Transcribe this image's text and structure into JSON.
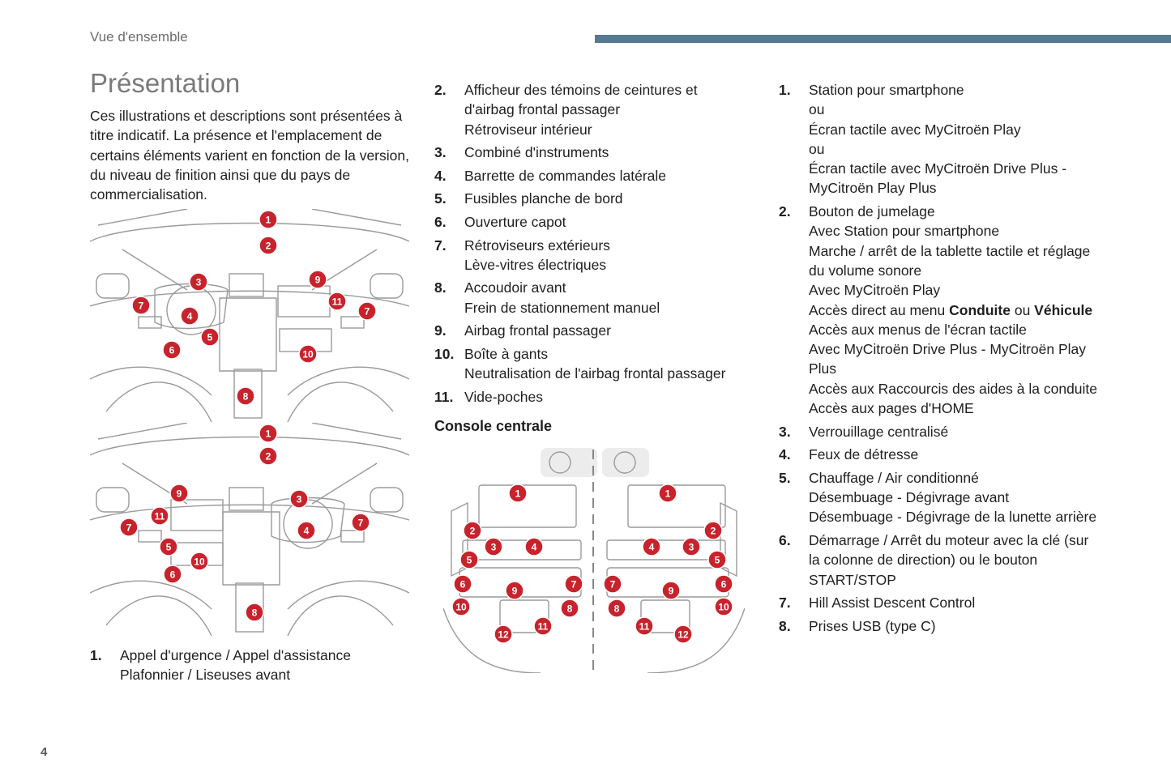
{
  "header": {
    "section": "Vue d'ensemble"
  },
  "page_number": "4",
  "title": "Présentation",
  "intro": "Ces illustrations et descriptions sont présentées à titre indicatif. La présence et l'emplacement de certains éléments varient en fonction de la version, du niveau de finition ainsi que du pays de commercialisation.",
  "figures": {
    "dashboard_lhd_callouts": [
      "1",
      "2",
      "3",
      "4",
      "5",
      "6",
      "7",
      "7",
      "8",
      "9",
      "10",
      "11"
    ],
    "dashboard_rhd_callouts": [
      "1",
      "2",
      "3",
      "4",
      "5",
      "6",
      "7",
      "7",
      "8",
      "9",
      "10",
      "11"
    ],
    "console_left_callouts": [
      "1",
      "2",
      "3",
      "4",
      "5",
      "6",
      "7",
      "8",
      "9",
      "10",
      "11",
      "12"
    ],
    "console_right_callouts": [
      "1",
      "2",
      "3",
      "4",
      "5",
      "6",
      "7",
      "8",
      "9",
      "10",
      "11",
      "12"
    ],
    "accent_color": "#c8232c"
  },
  "legend_dashboard_part1": [
    {
      "num": "1.",
      "lines": [
        "Appel d'urgence / Appel d'assistance",
        "Plafonnier / Liseuses avant"
      ]
    }
  ],
  "legend_dashboard_part2": [
    {
      "num": "2.",
      "lines": [
        "Afficheur des témoins de ceintures et d'airbag frontal passager",
        "Rétroviseur intérieur"
      ]
    },
    {
      "num": "3.",
      "lines": [
        "Combiné d'instruments"
      ]
    },
    {
      "num": "4.",
      "lines": [
        "Barrette de commandes latérale"
      ]
    },
    {
      "num": "5.",
      "lines": [
        "Fusibles planche de bord"
      ]
    },
    {
      "num": "6.",
      "lines": [
        "Ouverture capot"
      ]
    },
    {
      "num": "7.",
      "lines": [
        "Rétroviseurs extérieurs",
        "Lève-vitres électriques"
      ]
    },
    {
      "num": "8.",
      "lines": [
        "Accoudoir avant",
        "Frein de stationnement manuel"
      ]
    },
    {
      "num": "9.",
      "lines": [
        "Airbag frontal passager"
      ]
    },
    {
      "num": "10.",
      "lines": [
        "Boîte à gants",
        "Neutralisation de l'airbag frontal passager"
      ]
    },
    {
      "num": "11.",
      "lines": [
        "Vide-poches"
      ]
    }
  ],
  "console_heading": "Console centrale",
  "legend_console": {
    "item1": {
      "num": "1.",
      "lines": [
        "Station pour smartphone",
        "ou",
        "Écran tactile avec MyCitroën Play",
        "ou",
        "Écran tactile avec MyCitroën Drive Plus - MyCitroën Play Plus"
      ]
    },
    "item2": {
      "num": "2.",
      "lines_before": [
        "Bouton de jumelage",
        "Avec Station pour smartphone",
        "Marche / arrêt de la tablette tactile et réglage du volume sonore",
        "Avec MyCitroën Play"
      ],
      "menu_prefix": "Accès direct au menu ",
      "menu_a": "Conduite",
      "menu_or": " ou ",
      "menu_b": "Véhicule",
      "lines_after": [
        "Accès aux menus de l'écran tactile",
        "Avec MyCitroën Drive Plus - MyCitroën Play Plus",
        "Accès aux Raccourcis des aides à la conduite",
        "Accès aux pages d'HOME"
      ]
    },
    "rest": [
      {
        "num": "3.",
        "lines": [
          "Verrouillage centralisé"
        ]
      },
      {
        "num": "4.",
        "lines": [
          "Feux de détresse"
        ]
      },
      {
        "num": "5.",
        "lines": [
          "Chauffage / Air conditionné",
          "Désembuage - Dégivrage avant",
          "Désembuage - Dégivrage de la lunette arrière"
        ]
      },
      {
        "num": "6.",
        "lines": [
          "Démarrage / Arrêt du moteur avec la clé (sur la colonne de direction) ou le bouton START/STOP"
        ]
      },
      {
        "num": "7.",
        "lines": [
          "Hill Assist Descent Control"
        ]
      },
      {
        "num": "8.",
        "lines": [
          "Prises USB (type C)"
        ]
      }
    ]
  }
}
